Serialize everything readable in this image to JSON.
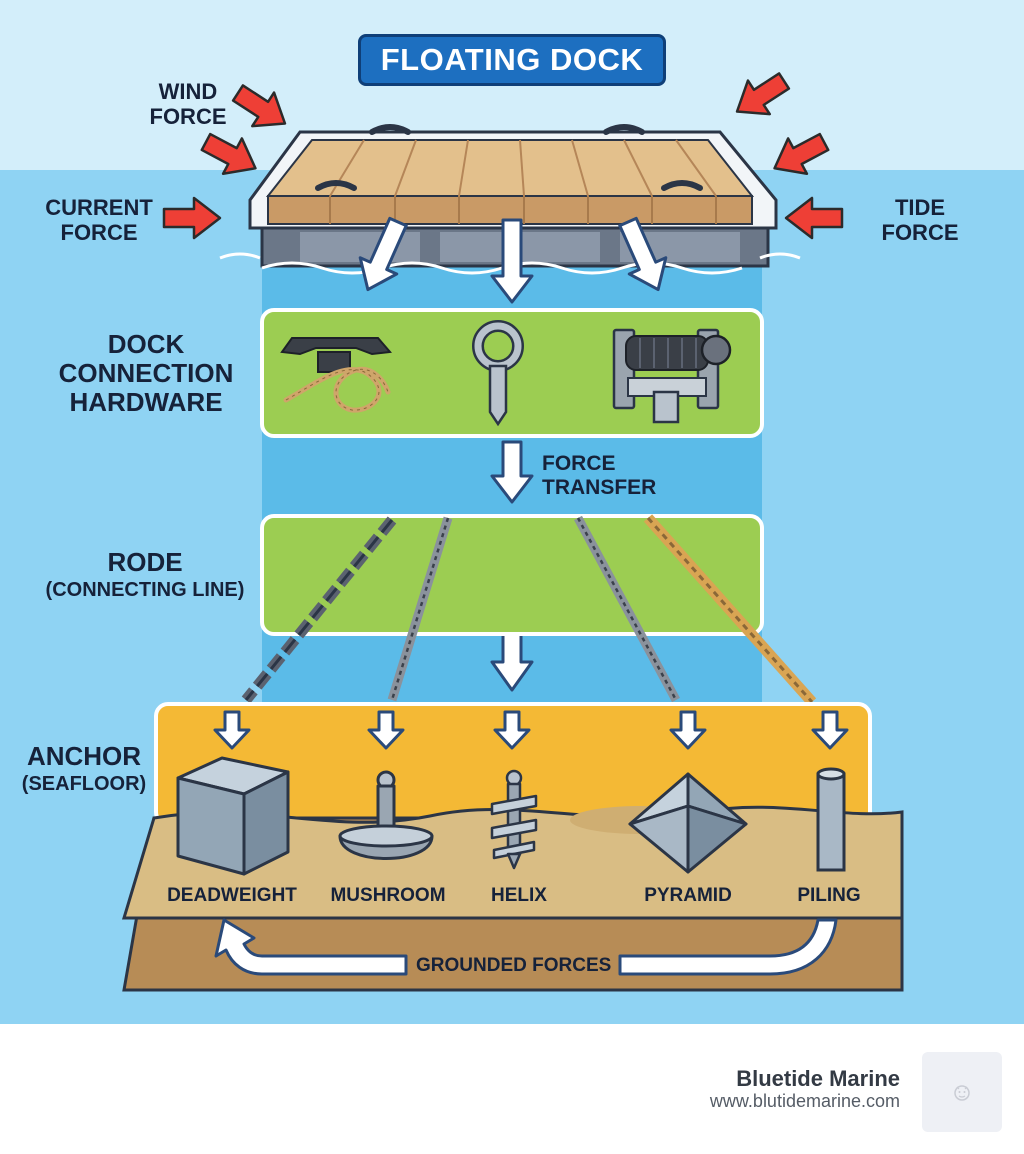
{
  "title": "FLOATING DOCK",
  "forces": {
    "wind": [
      "WIND",
      "FORCE"
    ],
    "current": [
      "CURRENT",
      "FORCE"
    ],
    "tide": [
      "TIDE",
      "FORCE"
    ]
  },
  "sections": {
    "hardware": [
      "DOCK",
      "CONNECTION",
      "HARDWARE"
    ],
    "force_transfer": [
      "FORCE",
      "TRANSFER"
    ],
    "rode": "RODE",
    "rode_sub": "(CONNECTING LINE)",
    "anchor": "ANCHOR",
    "anchor_sub": "(SEAFLOOR)"
  },
  "anchors": [
    "DEADWEIGHT",
    "MUSHROOM",
    "HELIX",
    "PYRAMID",
    "PILING"
  ],
  "grounded": "GROUNDED FORCES",
  "brand": {
    "name": "Bluetide Marine",
    "url": "www.blutidemarine.com"
  },
  "icons": [
    "cleat-icon",
    "eye-bolt-icon",
    "winch-icon",
    "chain-icon",
    "wire-rope-icon",
    "rope-icon",
    "deadweight-icon",
    "mushroom-icon",
    "helix-icon",
    "pyramid-icon",
    "piling-icon",
    "logo-icon"
  ],
  "colors": {
    "sky": "#d3eefa",
    "water": "#8fd3f3",
    "column": "#5bbbe8",
    "panel_green": "#9ccd52",
    "panel_yellow": "#f4b935",
    "sand": "#d9bd84",
    "arrow_red": "#ee3f36",
    "title_blue": "#1d6fc0"
  }
}
